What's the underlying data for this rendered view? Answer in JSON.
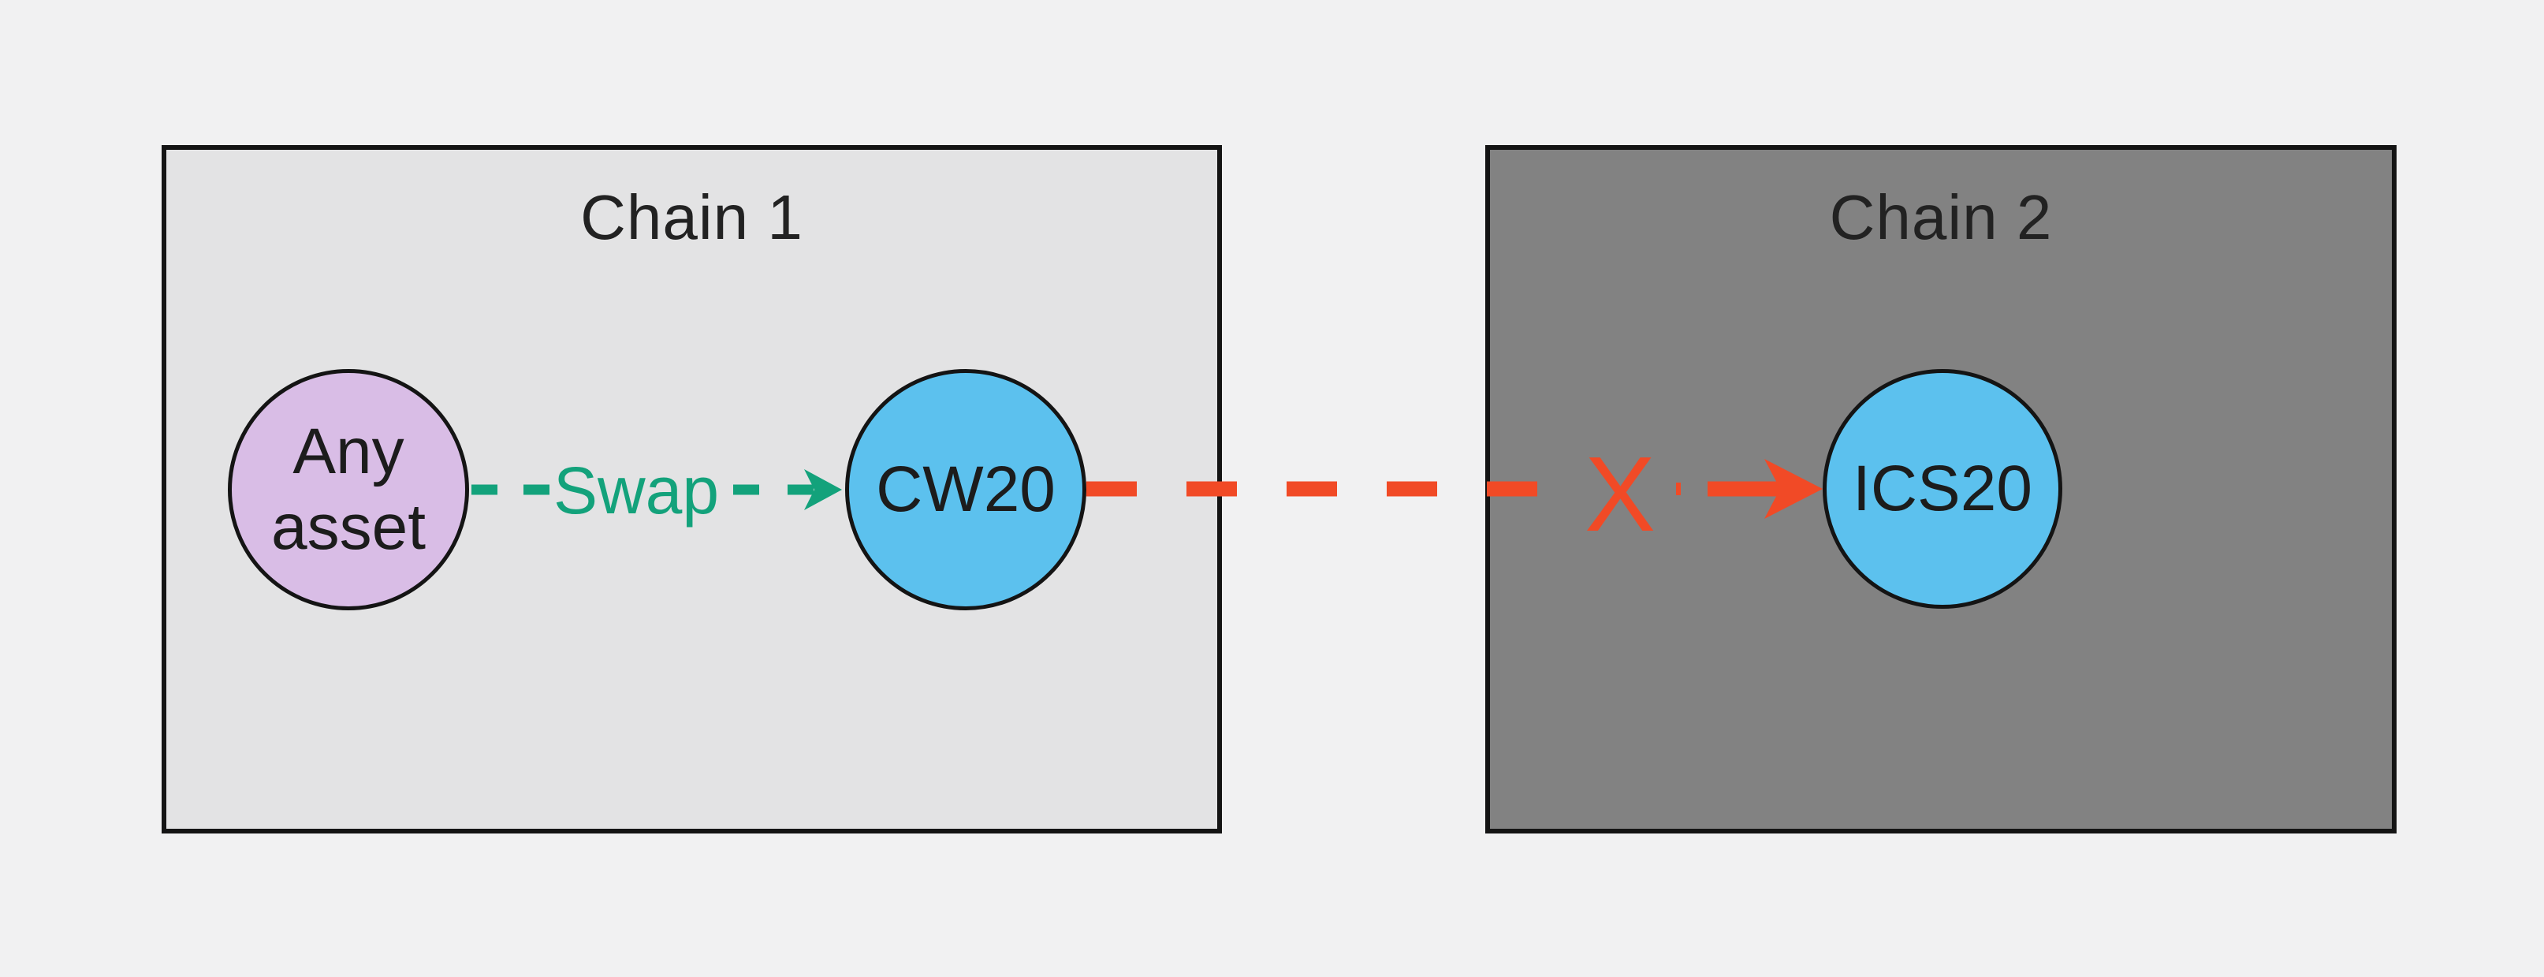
{
  "diagram": {
    "chain1": {
      "title": "Chain 1",
      "nodes": [
        {
          "id": "any-asset",
          "label": "Any\nasset",
          "shape": "circle",
          "color": "#d9bde6"
        },
        {
          "id": "cw20",
          "label": "CW20",
          "shape": "circle",
          "color": "#5cc1ee"
        }
      ]
    },
    "chain2": {
      "title": "Chain 2",
      "nodes": [
        {
          "id": "ics20",
          "label": "ICS20",
          "shape": "circle",
          "color": "#5cc1ee"
        }
      ]
    },
    "edges": {
      "swap": {
        "label": "Swap",
        "from": "Any asset",
        "to": "CW20",
        "line_style": "dashed",
        "color": "#13a27b"
      },
      "ibc_transfer": {
        "marker": "X",
        "from": "CW20",
        "to": "ICS20",
        "line_style": "dashed",
        "color": "#f14a26"
      }
    }
  },
  "colors": {
    "background": "#f1f1f2",
    "chain1_fill": "#e3e3e4",
    "chain2_fill": "#828282",
    "node_purple": "#d9bde6",
    "node_blue": "#5cc1ee",
    "outline": "#141414",
    "text_dark": "#222222",
    "green": "#13a27b",
    "red": "#f14a26"
  }
}
